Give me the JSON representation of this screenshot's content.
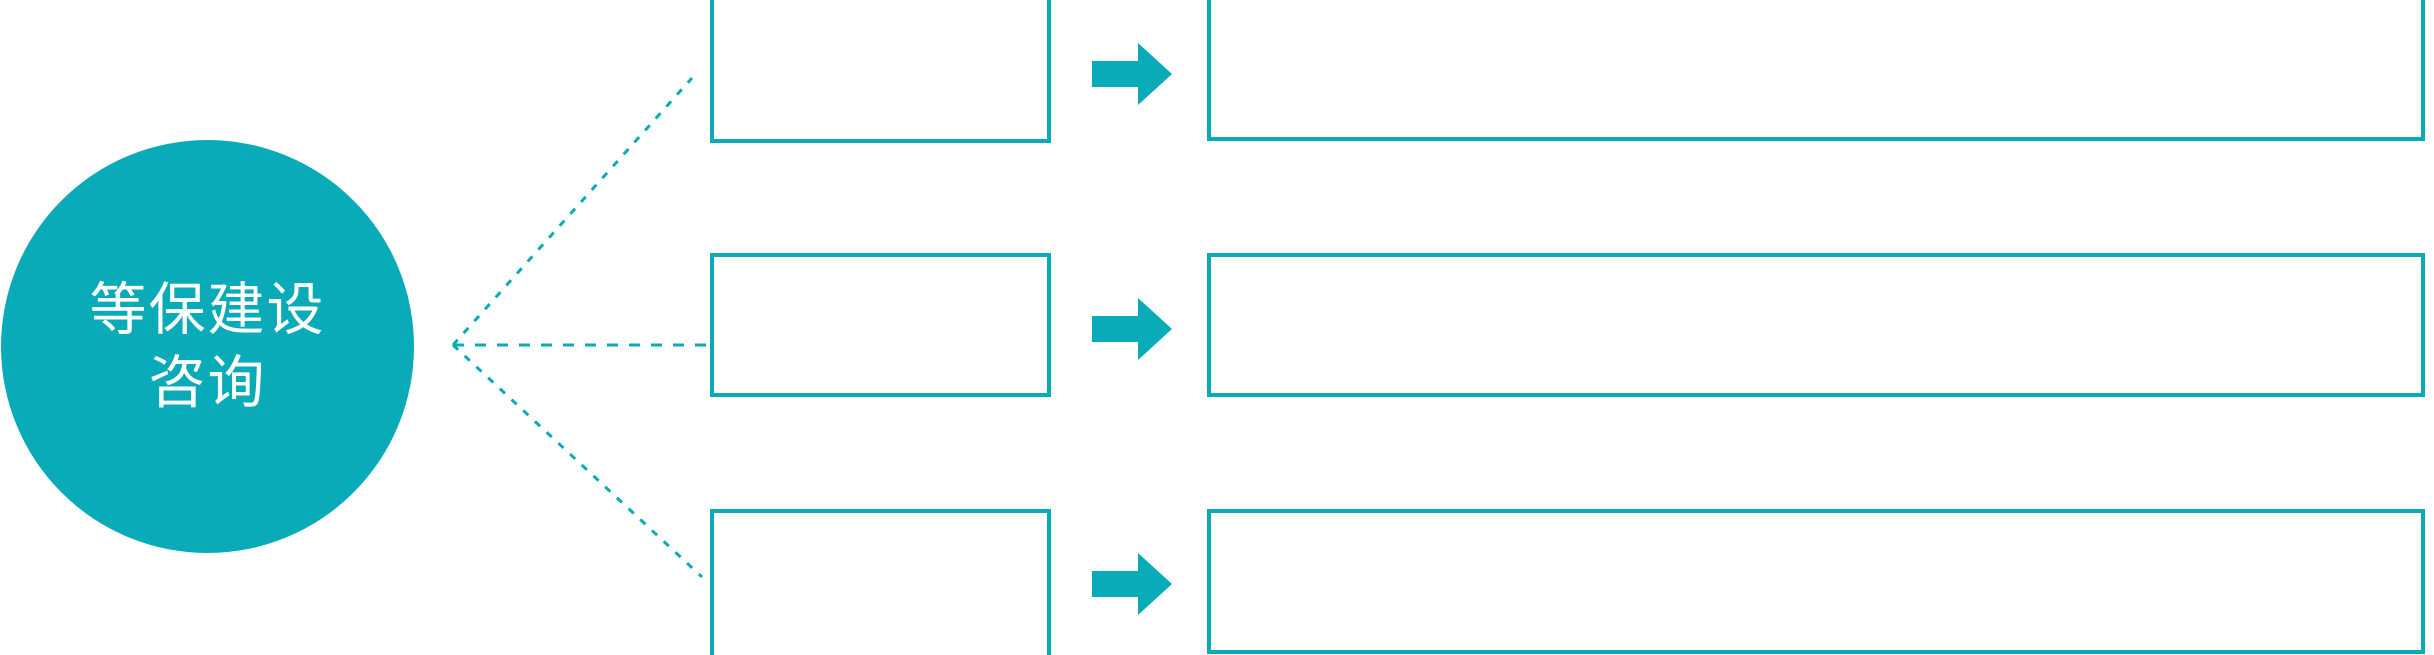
{
  "diagram": {
    "accent_color": "#0AABB8",
    "background_color": "#ffffff",
    "text_on_accent_color": "#ffffff",
    "hub": {
      "name": "等保建设咨询",
      "line1": "等保建设",
      "line2": "咨询"
    },
    "connector": {
      "style": "dotted",
      "color": "#0AABB8",
      "branch_count": 3
    },
    "rows": [
      {
        "id": "row-1",
        "stage_label": "",
        "detail_label": "",
        "arrow_icon": "arrow-right-icon"
      },
      {
        "id": "row-2",
        "stage_label": "",
        "detail_label": "",
        "arrow_icon": "arrow-right-icon"
      },
      {
        "id": "row-3",
        "stage_label": "",
        "detail_label": "",
        "arrow_icon": "arrow-right-icon"
      }
    ]
  }
}
